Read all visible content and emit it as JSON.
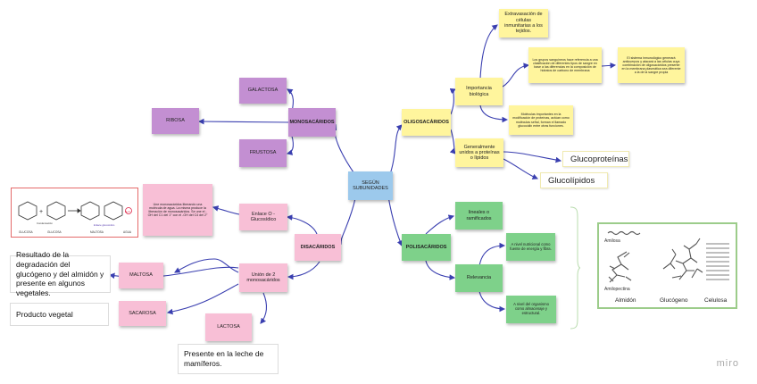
{
  "center": {
    "label": "SEGÚN SUBUNIDADES"
  },
  "monosacaridos": {
    "title": "MONOSACÁRIDOS",
    "items": [
      "GALACTOSA",
      "RIBOSA",
      "FRUSTOSA"
    ]
  },
  "disacaridos": {
    "title": "DISACÁRIDOS",
    "enlace": "Enlace O - Glucosídico",
    "enlace_note": "Une monosacáridos liberando una molécula de agua. La misma produce la liberación de monosacáridos. Se une el -OH del C1 del 1° con el -OH del C4 del 2°",
    "union": "Unión de 2 monosacáridos",
    "maltosa": "MALTOSA",
    "sacarosa": "SACAROSA",
    "lactosa": "LACTOSA",
    "maltosa_desc": "Resultado de la degradación del glucógeno y del almidón y presente en algunos vegetales.",
    "sacarosa_desc": "Producto vegetal",
    "lactosa_desc": "Presente en la leche de mamíferos.",
    "image_labels": {
      "glucosa1": "GLUCOSA",
      "glucosa2": "GLUCOSA",
      "maltosa": "MALTOSA",
      "agua": "AGUA",
      "condensacion": "Condensación",
      "enlace": "Enlace glucosídico"
    }
  },
  "oligosacaridos": {
    "title": "OLIGOSACÁRIDOS",
    "importancia": "Importancia biológica",
    "extravasacion": "Extravasación de células inmunitarias a los tejidos.",
    "grupos_sanguineos": "Los grupos sanguíneos hace referencia a una clasificación de diferentes tipos de sangre en base a las diferencias en la composición de hidratos de carbono de membrana",
    "sistema_inmunologico": "El sistema inmunológico generará anticuerpos y atacará a las células cuya combinación de oligosacáridos presente en la membrana plasmática sea diferente a la de la sangre propia",
    "moleculas": "Moléculas importantes en la modificación de proteínas, actúan como moléculas señal, forman el llamado glucocálix entre otras funciones.",
    "unidos": "Generalmente unidos a proteínas o lípidos",
    "glucoproteinas": "Glucoproteínas",
    "glucolipidos": "Glucolípidos"
  },
  "polisacaridos": {
    "title": "POLISACÁRIDOS",
    "lineales": "lineales o ramificados",
    "relevancia": "Relevancia",
    "nutricional": "A nivel nutricional como fuente de energía y fibra.",
    "estructural": "A nivel del organismo como almacenaje y estructural.",
    "image_labels": {
      "amilosa": "Amilosa",
      "amilopectina": "Amilopectina",
      "almidon": "Almidón",
      "glucogeno": "Glucógeno",
      "celulosa": "Celulosa"
    }
  },
  "branding": {
    "logo": "miro"
  },
  "colors": {
    "connector": "#3a3fb0",
    "purple": "#c38fd2",
    "blue": "#9cc9ec",
    "yellow": "#fff59d",
    "green": "#7ed18a",
    "pink": "#f8bfd6"
  }
}
